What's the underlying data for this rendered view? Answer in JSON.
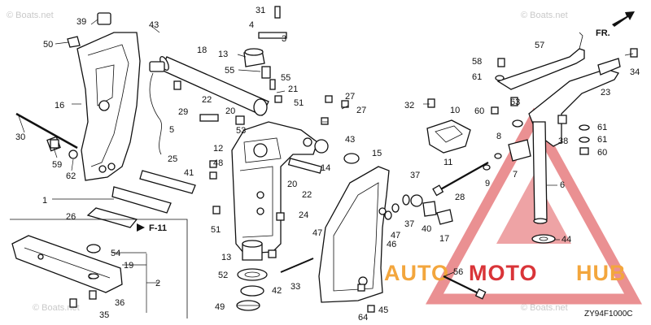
{
  "diagram": {
    "code": "ZY94F1000C",
    "watermark": "© Boats.net",
    "reference": "F-11",
    "direction_label": "FR.",
    "brand": {
      "left": "AUTO",
      "middle": "MOTO",
      "right": "HUB"
    },
    "colors": {
      "brand_orange": "#f3a63d",
      "brand_red": "#d93438",
      "ink": "#111111"
    }
  },
  "callouts": [
    "1",
    "2",
    "3",
    "4",
    "5",
    "6",
    "7",
    "8",
    "9",
    "10",
    "11",
    "12",
    "13",
    "14",
    "15",
    "16",
    "17",
    "18",
    "19",
    "20",
    "21",
    "22",
    "23",
    "24",
    "25",
    "26",
    "27",
    "28",
    "29",
    "30",
    "31",
    "32",
    "33",
    "34",
    "35",
    "36",
    "37",
    "38",
    "39",
    "40",
    "41",
    "42",
    "43",
    "44",
    "45",
    "46",
    "47",
    "48",
    "49",
    "50",
    "51",
    "52",
    "53",
    "54",
    "55",
    "56",
    "57",
    "58",
    "59",
    "60",
    "61",
    "62",
    "63",
    "64"
  ]
}
